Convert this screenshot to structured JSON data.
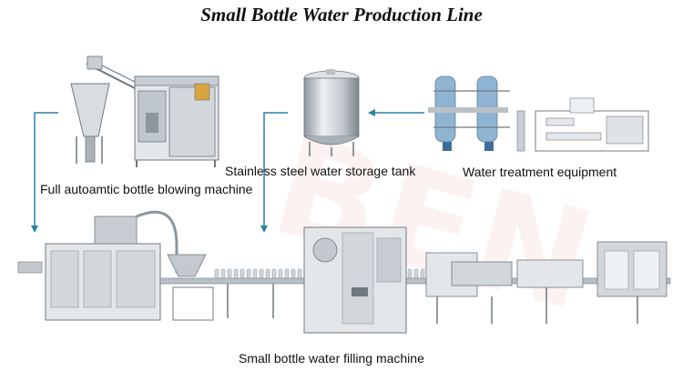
{
  "title": "Small Bottle Water Production Line",
  "labels": {
    "blowing_machine": "Full autoamtic bottle blowing machine",
    "storage_tank": "Stainless steel water storage tank",
    "water_treatment": "Water treatment equipment",
    "filling_machine": "Small bottle water filling machine"
  },
  "watermark": "BEN",
  "colors": {
    "arrow": "#2e7fa8",
    "machine_light": "#e4e7ea",
    "machine_mid": "#b9c0c6",
    "machine_dark": "#6f7880",
    "treatment_blue": "#7fa8c9",
    "watermark": "#dc2828"
  }
}
